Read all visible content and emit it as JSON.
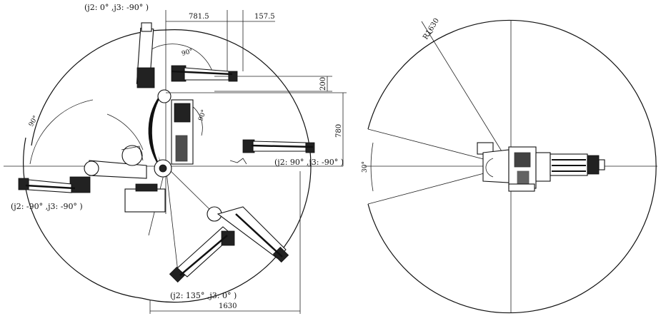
{
  "side_view": {
    "pose_labels": {
      "top": "(j2: 0° ,j3: -90° )",
      "right": "(j2: 90° ,j3: -90° )",
      "left": "(j2: -90° ,j3: -90° )",
      "bottom": "(j2: 135° ,j3: 0° )"
    },
    "dimensions": {
      "width_top": "781.5",
      "offset_top": "157.5",
      "height_small": "200",
      "height_large": "780",
      "width_bottom": "1630"
    },
    "angles": {
      "top_arc": "90°",
      "inner_arc": "90°",
      "left_arc": "90°"
    }
  },
  "top_view": {
    "radius_label": "R1630",
    "sector_angle": "30°"
  }
}
